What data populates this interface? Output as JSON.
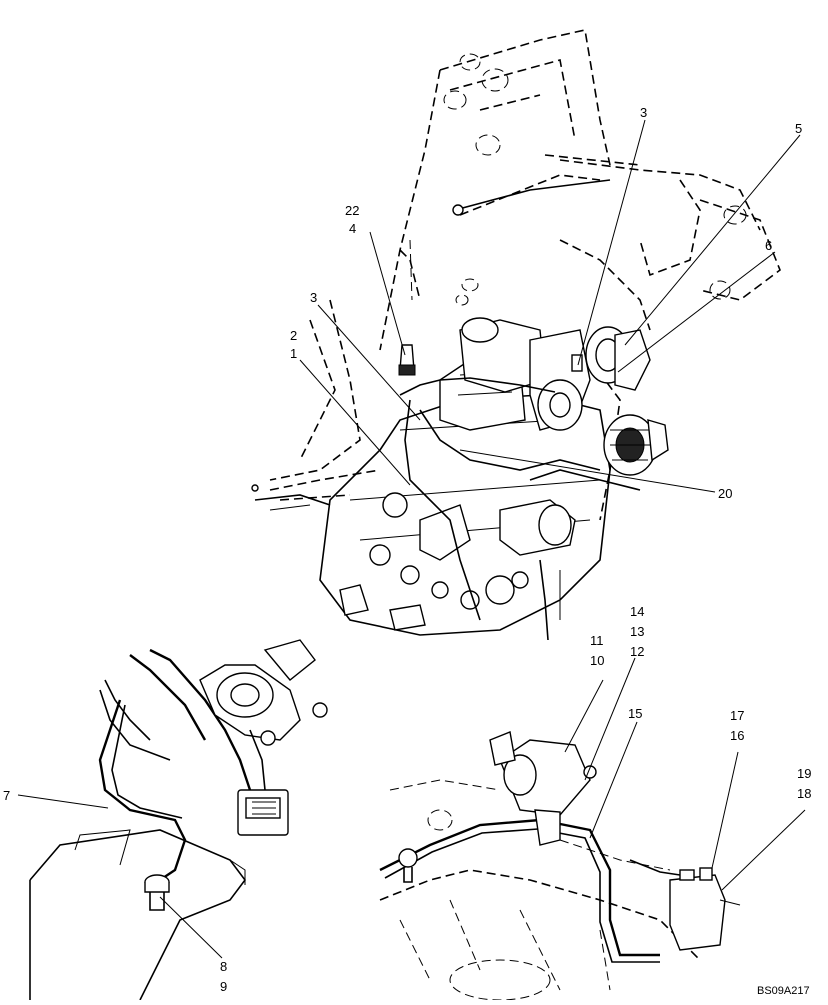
{
  "drawing_id": "BS09A217",
  "callouts": {
    "c22": "22",
    "c4": "4",
    "c3a": "3",
    "c2": "2",
    "c1": "1",
    "c3b": "3",
    "c5": "5",
    "c6": "6",
    "c20": "20",
    "c14": "14",
    "c13": "13",
    "c12": "12",
    "c11": "11",
    "c10": "10",
    "c15": "15",
    "c17": "17",
    "c16": "16",
    "c19": "19",
    "c18": "18",
    "c7": "7",
    "c8": "8",
    "c9": "9"
  }
}
